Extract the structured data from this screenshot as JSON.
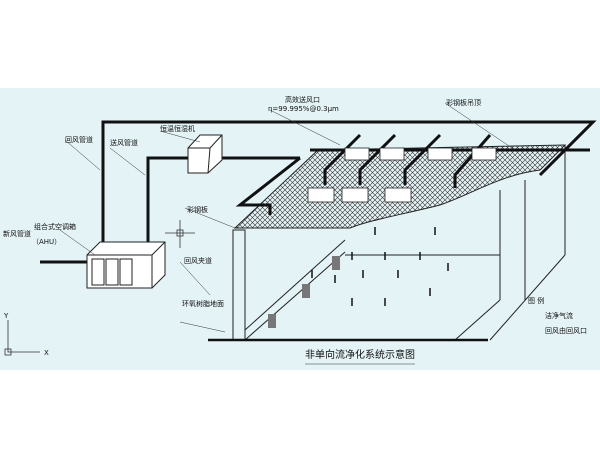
{
  "labels": {
    "return_duct": "回风管道",
    "supply_duct": "送风管道",
    "thermo_unit": "恒温恒湿机",
    "hepa_outlet": "高效送风口",
    "efficiency": "η=99.995%@0.3μm",
    "ceiling": "彩钢板吊顶",
    "panel": "彩钢板",
    "fresh_duct": "新风管道",
    "ahu_name": "组合式空调箱",
    "ahu": "（AHU）",
    "return_corridor": "回风夹道",
    "floor": "环氧树脂地面",
    "legend_title": "图 例",
    "legend_clean": "洁净气流",
    "legend_return": "回风由回风口",
    "axis_x": "X",
    "axis_y": "Y"
  },
  "title": "非单向流净化系统示意图",
  "colors": {
    "background": "#e4f3f6",
    "line": "#111111"
  }
}
